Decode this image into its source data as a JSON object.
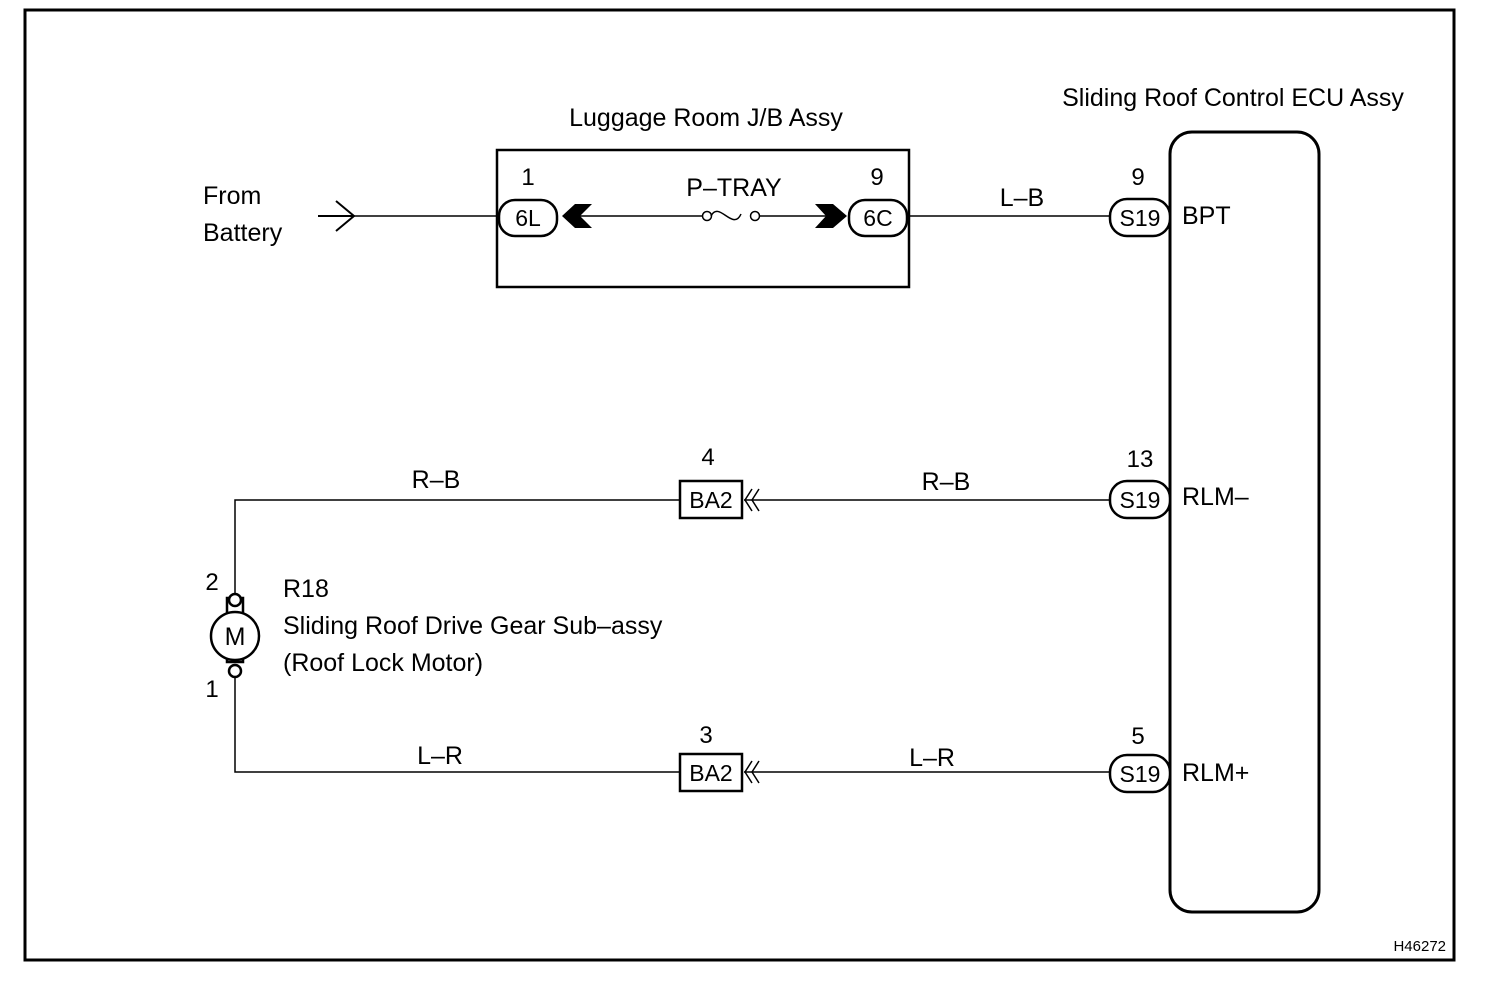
{
  "battery": {
    "line1": "From",
    "line2": "Battery"
  },
  "junction_block": {
    "title": "Luggage Room J/B Assy",
    "fuse": "P–TRAY",
    "left_pin": "1",
    "left_connector": "6L",
    "right_pin": "9",
    "right_connector": "6C"
  },
  "ecu": {
    "title": "Sliding Roof Control ECU Assy",
    "terminals": [
      {
        "pin": "9",
        "connector": "S19",
        "name": "BPT",
        "wire": "L–B"
      },
      {
        "pin": "13",
        "connector": "S19",
        "name": "RLM–",
        "wire": "R–B"
      },
      {
        "pin": "5",
        "connector": "S19",
        "name": "RLM+",
        "wire": "L–R"
      }
    ]
  },
  "junctions": [
    {
      "pin": "4",
      "connector": "BA2",
      "left_wire": "R–B"
    },
    {
      "pin": "3",
      "connector": "BA2",
      "left_wire": "L–R"
    }
  ],
  "motor": {
    "code": "R18",
    "name": "Sliding Roof Drive Gear Sub–assy",
    "subtitle": "(Roof Lock Motor)",
    "symbol": "M",
    "pin_top": "2",
    "pin_bottom": "1"
  },
  "figure_id": "H46272"
}
